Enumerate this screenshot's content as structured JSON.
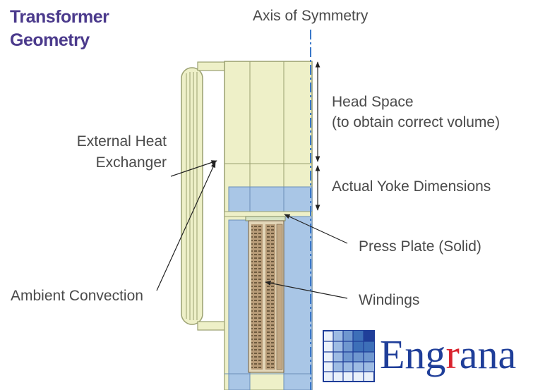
{
  "title": {
    "line1": "Transformer",
    "line2": "Geometry"
  },
  "labels": {
    "axis": "Axis of Symmetry",
    "head_space_1": "Head Space",
    "head_space_2": "(to obtain correct volume)",
    "yoke": "Actual Yoke Dimensions",
    "heat_exchanger_1": "External Heat",
    "heat_exchanger_2": "Exchanger",
    "press_plate": "Press Plate (Solid)",
    "ambient": "Ambient Convection",
    "windings": "Windings"
  },
  "logo": {
    "part1": "Eng",
    "part2": "r",
    "part3": "ana"
  },
  "colors": {
    "title": "#4b3a8c",
    "label": "#4a4a4a",
    "tank_fill": "#eef0c8",
    "tank_stroke": "#9aa070",
    "core_fill": "#a9c6e6",
    "winding_fill": "#b59a74",
    "axis": "#3a78c9",
    "logo_blue": "#1f3e99",
    "logo_red": "#d9232e"
  }
}
